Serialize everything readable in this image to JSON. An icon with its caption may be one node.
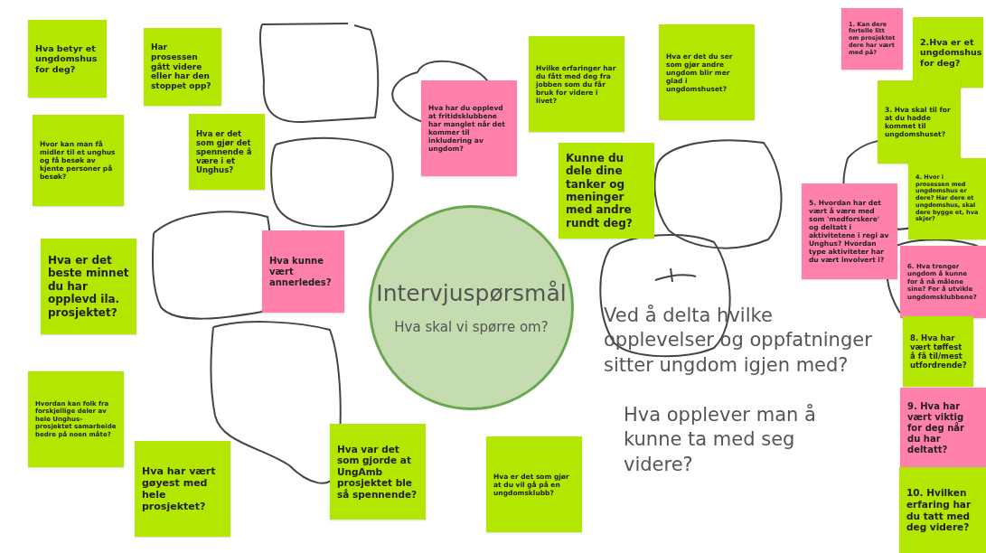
{
  "diagram": {
    "nodes": [
      {
        "text": [
          "Hva betyr et ungdomshus for deg?"
        ]
      },
      {
        "text": [
          "Har prosessen gått videre eller har den stoppet opp?"
        ]
      },
      {
        "text": [
          "Hvor kan man få midler til et unghus og få besøk av kjente personer på besøk?"
        ]
      },
      {
        "text": [
          "Hva er det som gjør det spennende å være i et Unghus?"
        ]
      },
      {
        "text": [
          "Hva har du opplevd at fritidsklubbene har manglet når det kommer til inkludering av ungdom?"
        ]
      },
      {
        "text": [
          "Hvilke erfaringer har du fått med deg fra jobben som du får bruk for videre i livet?"
        ]
      },
      {
        "text": [
          "Hva er det du ser som gjør andre ungdom blir mer glad i ungdomshuset?"
        ]
      },
      {
        "text": [
          "Kunne du dele dine tanker og meninger med andre rundt deg?"
        ]
      },
      {
        "text": [
          "Hva er det beste minnet du har opplevd ila. prosjektet?"
        ]
      },
      {
        "text": [
          "Hva kunne vært annerledes?"
        ]
      },
      {
        "text": [
          "Intervjuspørsmål",
          "Hva skal vi spørre om?"
        ]
      },
      {
        "text": [
          "Hvordan kan folk fra forskjellige deler av hele Unghus-prosjektet samarbeide bedre på noen måte?"
        ]
      },
      {
        "text": [
          "Hva har vært gøyest med hele prosjektet?"
        ]
      },
      {
        "text": [
          "Hva var det som gjorde at UngAmb prosjektet ble så spennende?"
        ]
      },
      {
        "text": [
          "Hva er det som gjør at du vil gå på en ungdomsklubb?"
        ]
      },
      {
        "text": [
          "1. Kan dere fortelle litt om prosjektet dere har vært med på?"
        ]
      },
      {
        "text": [
          "2.Hva er et ungdomshus for deg?"
        ]
      },
      {
        "text": [
          "3. Hva skal til for at du hadde kommet til ungdomshuset?"
        ]
      },
      {
        "text": [
          "4. Hvor i prosessen med ungdomshus er dere? Har dere et ungdomshus, skal dere bygge et, hva skjer?"
        ]
      },
      {
        "text": [
          "5. Hvordan har det vært å være med som 'medforskere' og deltatt i aktivitetene i regi av Unghus? Hvordan type aktiviteter har du vært involvert i?"
        ]
      },
      {
        "text": [
          "6. Hva trenger ungdom å kunne for å nå målene sine? For å utvikle ungdomsklubbene?"
        ]
      },
      {
        "text": [
          "8. Hva har vært tøffest å få til/mest utfordrende?"
        ]
      },
      {
        "text": [
          "9. Hva har vært viktig for deg når du har deltatt?"
        ]
      },
      {
        "text": [
          "10. Hvilken erfaring har du tatt med deg videre?"
        ]
      }
    ],
    "labels": [
      "Ved å delta hvilke opplevelser og oppfatninger sitter ungdom igjen med?",
      "Hva opplever man å kunne ta med seg videre?"
    ]
  }
}
